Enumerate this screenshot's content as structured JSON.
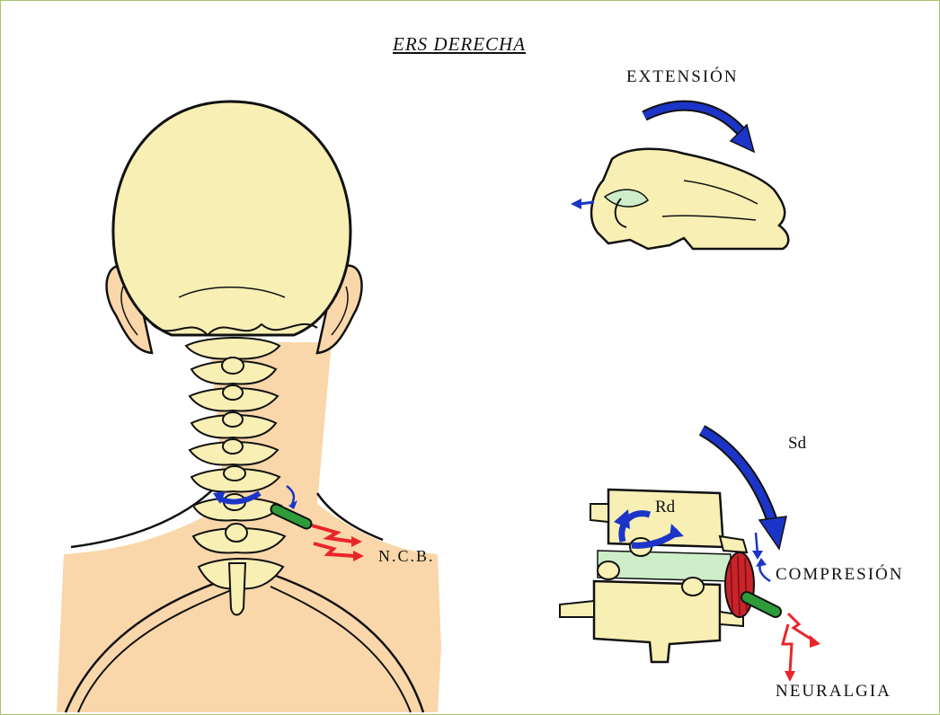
{
  "title": "ERS DERECHA",
  "labels": {
    "extension": "EXTENSIÓN",
    "ncb": "N.C.B.",
    "sd": "Sd",
    "rd": "Rd",
    "compresion": "COMPRESIÓN",
    "neuralgia": "NEURALGIA"
  },
  "colors": {
    "border": "#a9c46a",
    "bone": "#f7efb4",
    "skin": "#f9d7aa",
    "arrow_blue": "#1c35c8",
    "arrow_red": "#e8262a",
    "nerve_green": "#2f9a3a",
    "muscle_red": "#c8242a",
    "disc_green": "#cdeec8"
  }
}
